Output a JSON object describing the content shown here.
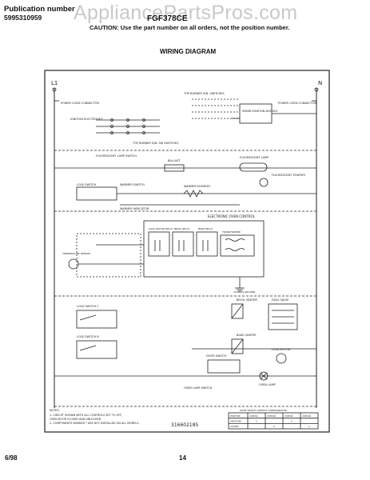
{
  "header": {
    "publication_label": "Publication number",
    "publication_number": "5995310959",
    "watermark": "AppliancePartsPros.com",
    "model": "FGF378CE",
    "caution": "CAUTION:  Use the part number on all orders, not the position number."
  },
  "diagram": {
    "title": "WIRING DIAGRAM",
    "drawing_number": "316602185",
    "terminals": {
      "left": "L1",
      "right": "N"
    },
    "labels": {
      "power_cord_left": "POWER CORD CONNECTOR",
      "power_cord_right": "POWER CORD CONNECTOR",
      "top_burner_ign": "TOP BURNER IGN. SWITCHES",
      "spark_module": "SPARK IGNITION MODULE",
      "ignition_electrode": "IGNITION ELECTRODES",
      "top_burner_switches": "TOP BURNER IGN. SW SWITCHES",
      "fluorescent_lamp_switch": "FLUORESCENT LAMP SWITCH",
      "ballast": "BALLAST",
      "fluorescent_lamp": "FLUORESCENT LAMP",
      "fluorescent_starter": "FLUORESCENT STARTER",
      "lock_switch": "LOCK SWITCH",
      "warmer_switch": "WARMER SWITCH",
      "warmer_element": "WARMER ELEMENT",
      "warmer_indicator": "WARMER INDICATOR",
      "electronic_oven_control": "ELECTRONIC OVEN CONTROL",
      "lock_motor_relay": "LOCK MOTOR RELAY",
      "broil_relay": "BROIL RELAY",
      "bake_relay": "BAKE RELAY",
      "transformer": "TRANSFORMER",
      "chassis_ground": "CHASSIS GROUND",
      "temp_sensor": "TEMPERATURE SENSOR",
      "broil_igniter": "BROIL IGNITER",
      "dual_valve": "DUAL VALVE",
      "lock_switch_c": "LOCK SWITCH C",
      "lock_switch_b": "LOCK SWITCH B",
      "bake_igniter": "BAKE IGNITER",
      "lock_motor": "LOCK MOTOR",
      "door_switch": "DOOR SWITCH",
      "oven_lamp_switch": "OVEN LAMP SWITCH",
      "oven_lamp": "OVEN LAMP"
    },
    "notes": [
      "NOTES:",
      "1. CIRCUIT SHOWN WITH ALL CONTROLS SET TO OFF,",
      "   OVEN DOOR CLOSED AND UNLOCKED.",
      "2. COMPONENTS MARKED * ARE NOT INSTALLED ON ALL MODELS."
    ],
    "table_title": "DOOR SWITCH CONTACT CONFIGURATION",
    "table_rows": [
      [
        "POSITION",
        "COM-NC",
        "COM-NO",
        "COM-NC",
        "COM-NO"
      ],
      [
        "UNLOCKED",
        "X",
        "",
        "X",
        ""
      ],
      [
        "LOCKED",
        "",
        "X",
        "",
        "X"
      ]
    ]
  },
  "footer": {
    "date": "6/98",
    "page": "14"
  }
}
